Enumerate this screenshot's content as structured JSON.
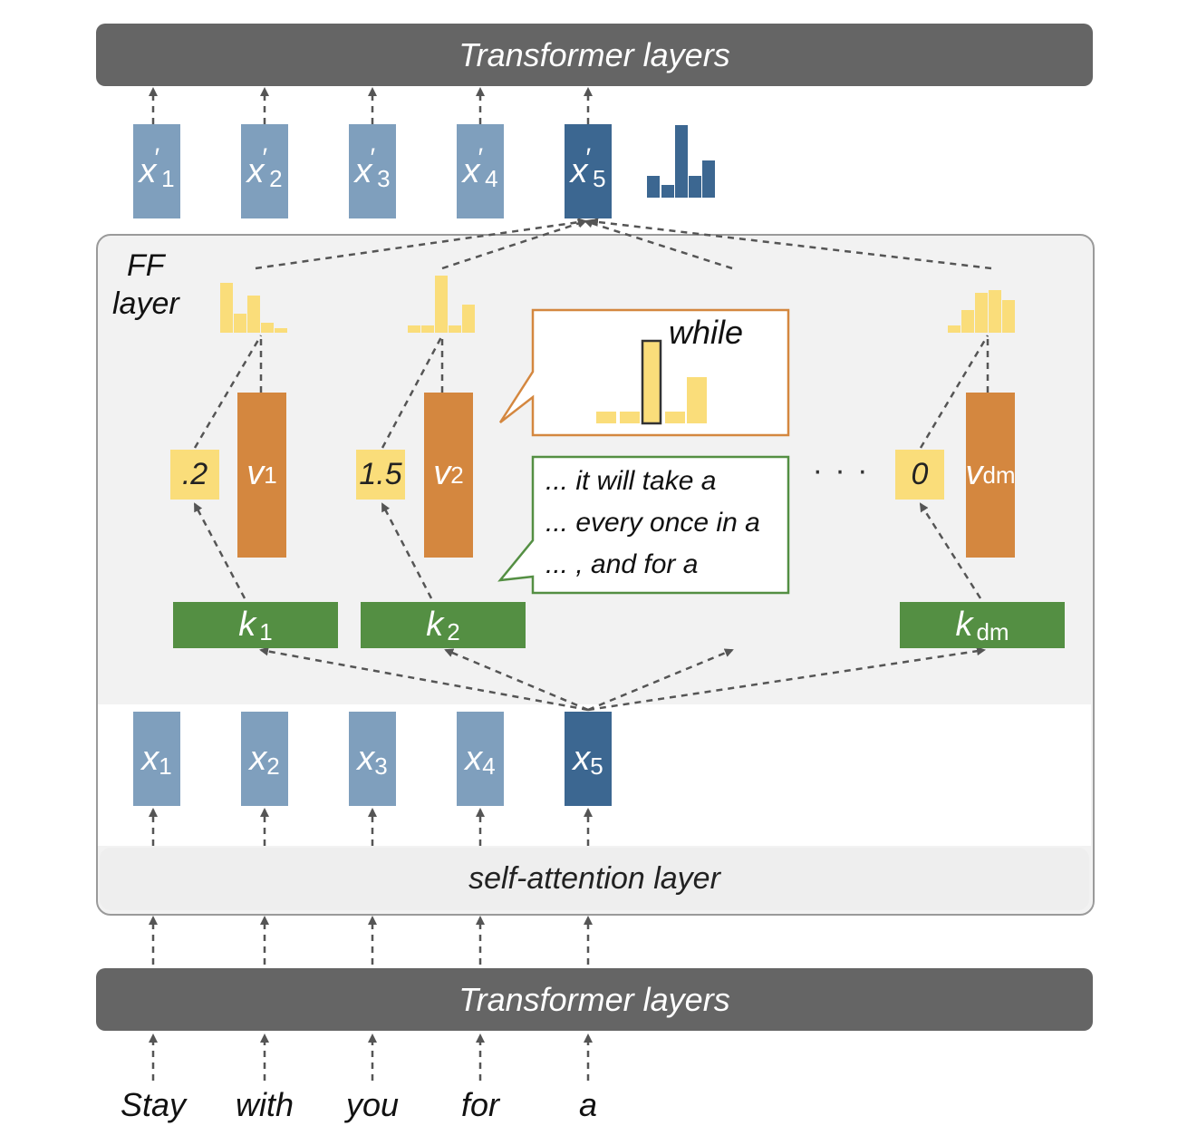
{
  "top_bar": "Transformer layers",
  "bottom_bar": "Transformer layers",
  "self_attention": "self-attention layer",
  "ff_label_line1": "FF",
  "ff_label_line2": "layer",
  "outputs": [
    {
      "sym": "x",
      "sub": "1",
      "prime": "′"
    },
    {
      "sym": "x",
      "sub": "2",
      "prime": "′"
    },
    {
      "sym": "x",
      "sub": "3",
      "prime": "′"
    },
    {
      "sym": "x",
      "sub": "4",
      "prime": "′"
    },
    {
      "sym": "x",
      "sub": "5",
      "prime": "′"
    }
  ],
  "inputs": [
    {
      "sym": "x",
      "sub": "1"
    },
    {
      "sym": "x",
      "sub": "2"
    },
    {
      "sym": "x",
      "sub": "3"
    },
    {
      "sym": "x",
      "sub": "4"
    },
    {
      "sym": "x",
      "sub": "5"
    }
  ],
  "words": [
    "Stay",
    "with",
    "you",
    "for",
    "a"
  ],
  "values": [
    {
      "sym": "v",
      "sub": "1"
    },
    {
      "sym": "v",
      "sub": "2"
    },
    {
      "sym": "v",
      "sub": "dm"
    }
  ],
  "keys": [
    {
      "sym": "k",
      "sub": "1"
    },
    {
      "sym": "k",
      "sub": "2"
    },
    {
      "sym": "k",
      "sub": "dm"
    }
  ],
  "coefficients": [
    ".2",
    "1.5",
    "0"
  ],
  "ellipsis": "· · ·",
  "value_callout_word": "while",
  "key_callout_lines": [
    "... it will take a",
    "... every once in a",
    "... , and for a"
  ],
  "colors": {
    "dark_bar": "#656565",
    "token": "#7f9fbd",
    "token_highlight": "#3c6791",
    "value": "#d4873f",
    "key": "#548f43",
    "coefficient": "#fadd7a",
    "output_histogram": "#3c6791"
  }
}
